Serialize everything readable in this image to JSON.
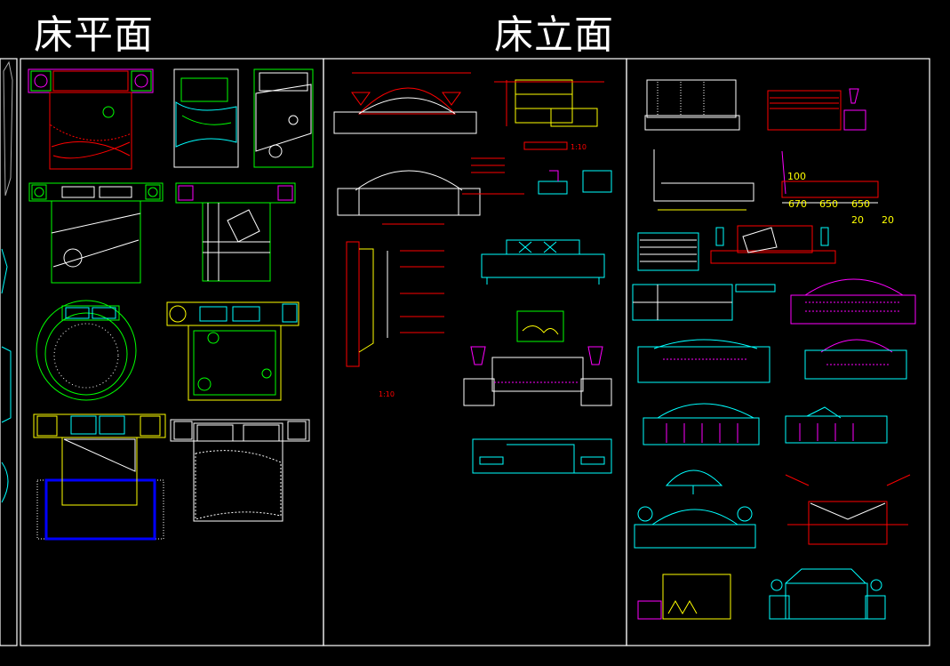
{
  "titles": {
    "plan": "床平面",
    "elevation": "床立面"
  },
  "annotations": {
    "scale_1": "1:10",
    "dims": [
      "100",
      "670",
      "650",
      "650",
      "20",
      "20"
    ]
  },
  "colors": {
    "background": "#000000",
    "frame": "#ffffff",
    "cyan": "#00ffff",
    "magenta": "#ff00ff",
    "red": "#ff0000",
    "yellow": "#ffff00",
    "green": "#00ff00",
    "blue": "#0000ff"
  }
}
